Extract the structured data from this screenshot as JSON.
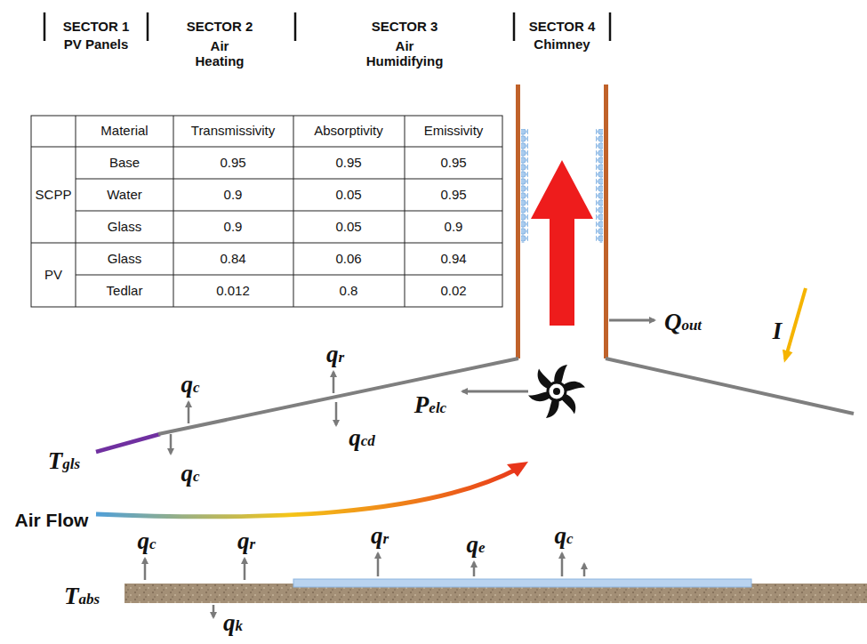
{
  "diagram": {
    "labels": [
      "SECTOR 1",
      "PV Panels",
      "SECTOR 2",
      "Air Heating",
      "SECTOR 3",
      "Air Humidifying",
      "SECTOR 4",
      "Chimney",
      "Material",
      "Transmissivity",
      "Absorptivity",
      "Emissivity",
      "SCPP",
      "Base",
      "0.95",
      "0.95",
      "0.95",
      "Water",
      "0.9",
      "0.05",
      "0.95",
      "Glass",
      "0.9",
      "0.05",
      "0.9",
      "PV",
      "Glass",
      "0.84",
      "0.06",
      "0.94",
      "Tedlar",
      "0.012",
      "0.8",
      "0.02",
      "Qout",
      "I",
      "qr",
      "qc",
      "qc",
      "qcd",
      "Pelc",
      "Tgls",
      "Air Flow",
      "qc",
      "qr",
      "qr",
      "qe",
      "qc",
      "Tabs",
      "qk"
    ]
  }
}
